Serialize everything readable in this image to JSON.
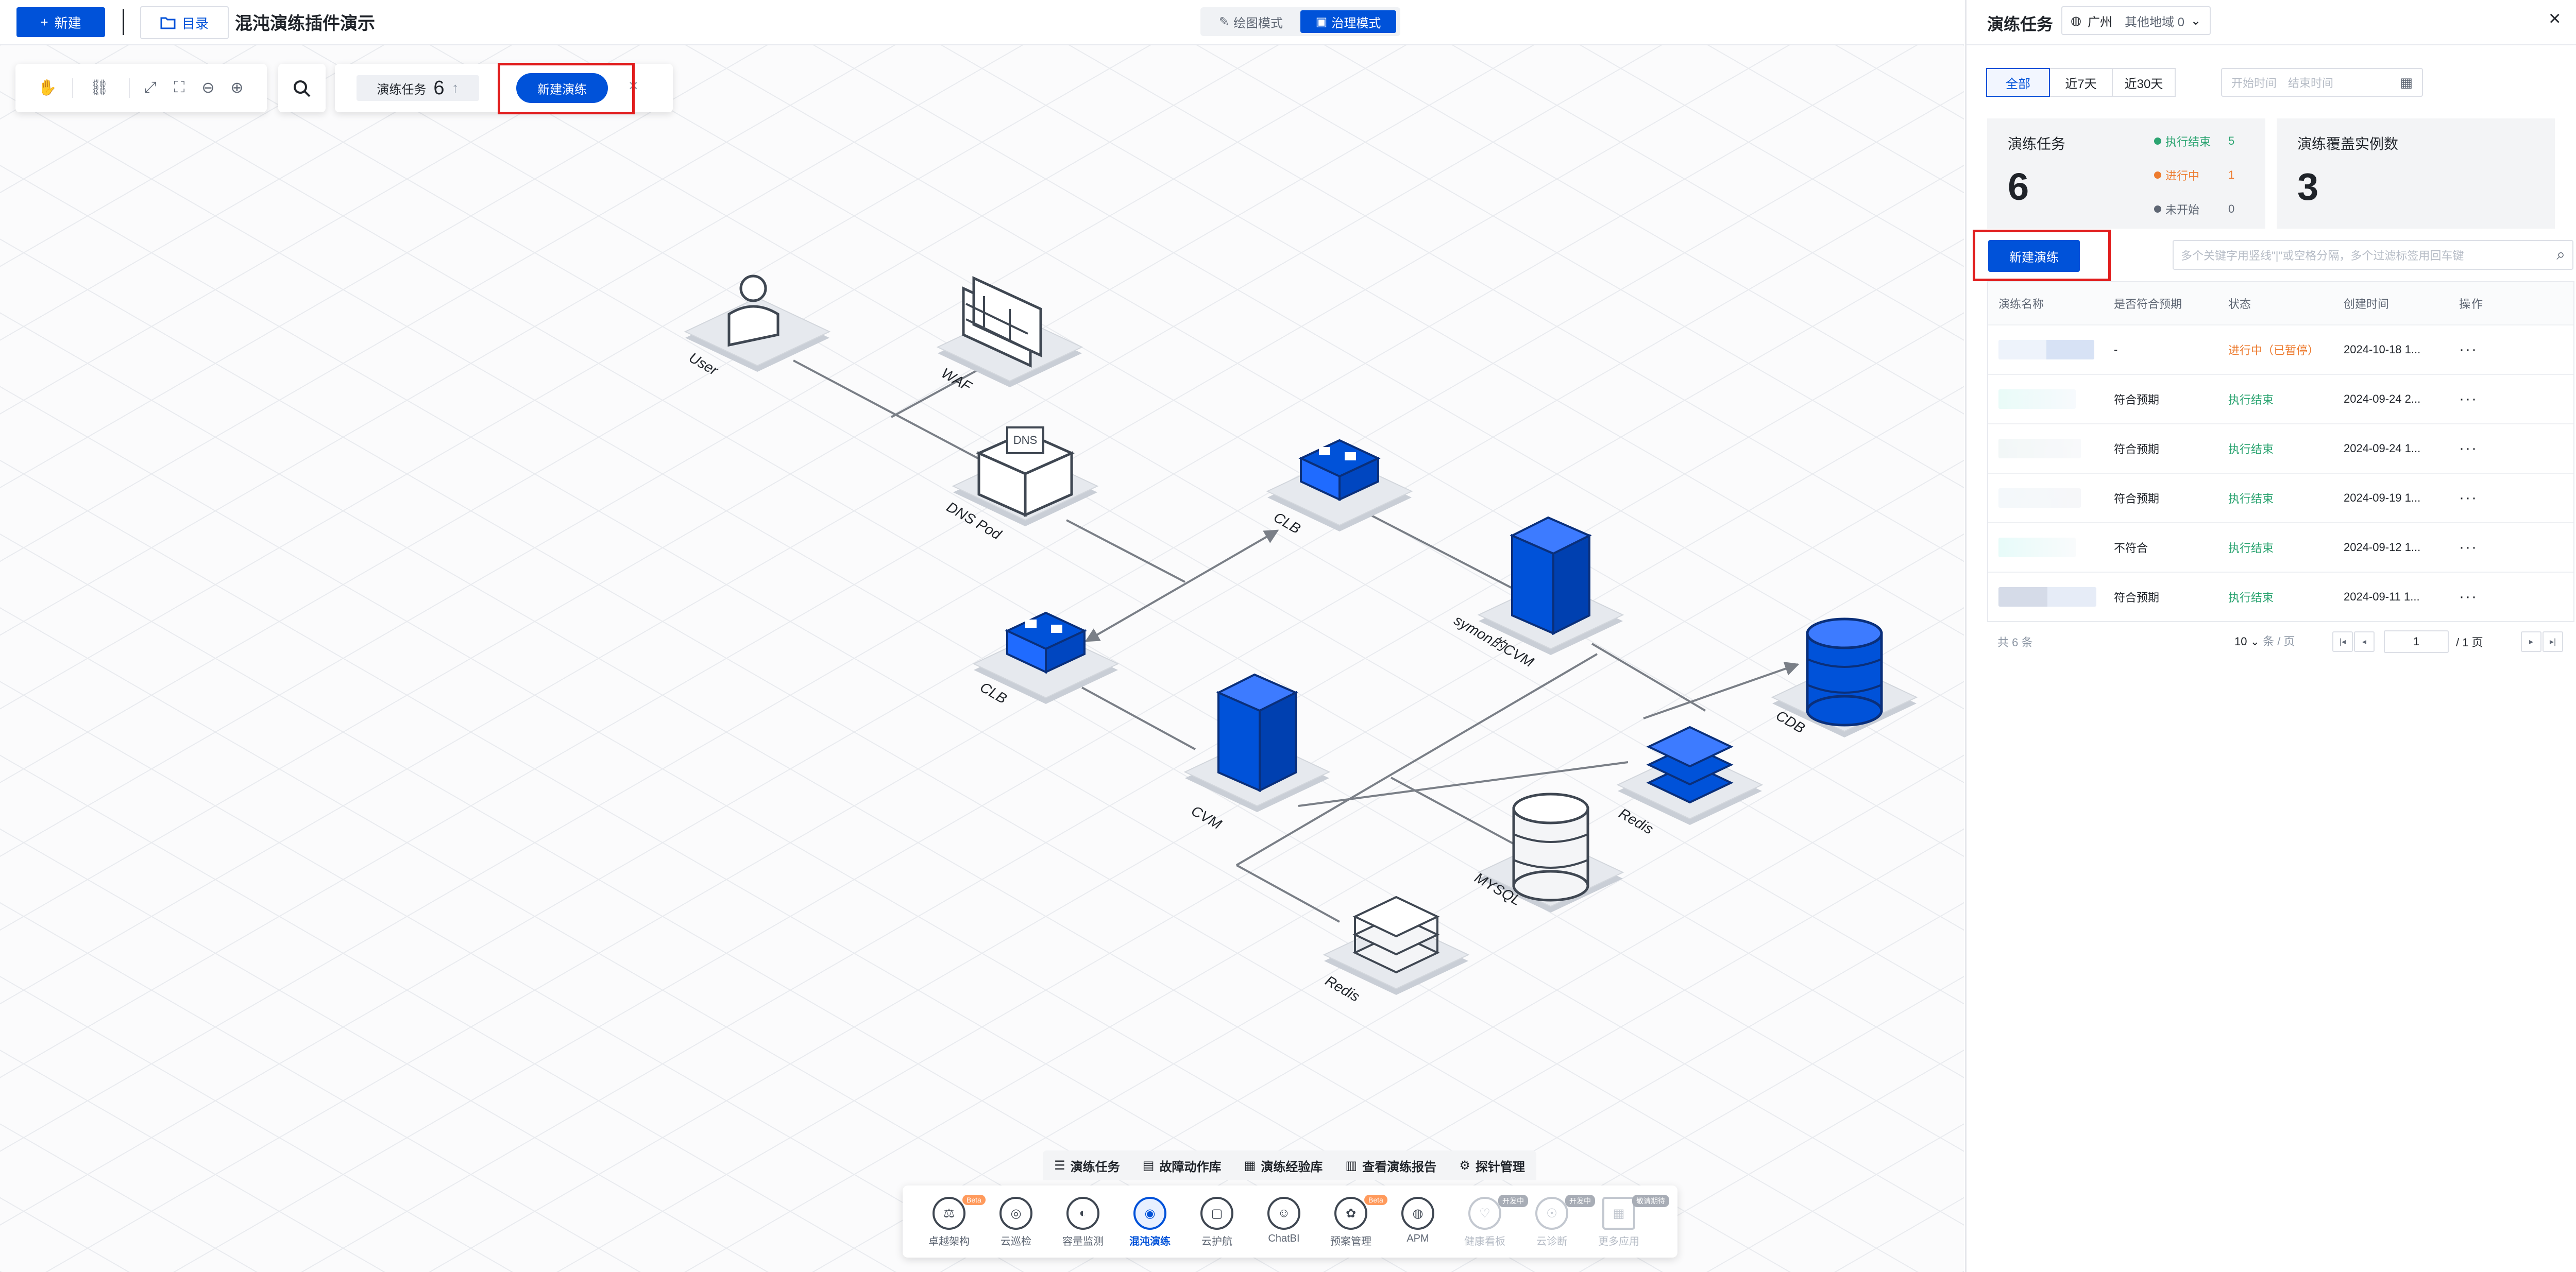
{
  "header": {
    "new_label": "新建",
    "directory_label": "目录",
    "title": "混沌演练插件演示",
    "modes": [
      "绘图模式",
      "治理模式"
    ],
    "active_mode": "治理模式"
  },
  "toolbar": {
    "tools": [
      "hand-icon",
      "link-icon",
      "fit-screen-icon",
      "fullscreen-icon",
      "zoom-out-icon",
      "zoom-in-icon"
    ],
    "drill_tasks_label": "演练任务",
    "drill_tasks_count": "6",
    "new_drill_label": "新建演练",
    "close_label": "×"
  },
  "diagram": {
    "nodes": [
      "User",
      "WAF",
      "DNS Pod",
      "CLB",
      "CLB",
      "symon的CVM",
      "CVM",
      "CDB",
      "Redis",
      "MYSQL",
      "Redis"
    ],
    "dns_text": "DNS",
    "colors": {
      "primary": "#0052d9",
      "node": "#dfe3e9",
      "line": "#7a7f87"
    }
  },
  "bottom_tabs": [
    "演练任务",
    "故障动作库",
    "演练经验库",
    "查看演练报告",
    "探针管理"
  ],
  "dock": [
    {
      "label": "卓越架构",
      "badge": "Beta"
    },
    {
      "label": "云巡检",
      "badge": ""
    },
    {
      "label": "容量监测",
      "badge": ""
    },
    {
      "label": "混沌演练",
      "badge": "",
      "active": true
    },
    {
      "label": "云护航",
      "badge": ""
    },
    {
      "label": "ChatBI",
      "badge": ""
    },
    {
      "label": "预案管理",
      "badge": "Beta"
    },
    {
      "label": "APM",
      "badge": ""
    },
    {
      "label": "健康看板",
      "badge": "开发中"
    },
    {
      "label": "云诊断",
      "badge": "开发中"
    },
    {
      "label": "更多应用",
      "badge": "敬请期待"
    }
  ],
  "panel": {
    "title": "演练任务",
    "region": "广州",
    "other_region": "其他地域 0",
    "close_label": "×",
    "ranges": [
      "全部",
      "近7天",
      "近30天"
    ],
    "active_range": "全部",
    "start_placeholder": "开始时间",
    "end_placeholder": "结束时间",
    "stats": {
      "tasks_label": "演练任务",
      "tasks_count": "6",
      "legend": [
        {
          "label": "执行结束",
          "value": "5",
          "color": "#2ba471"
        },
        {
          "label": "进行中",
          "value": "1",
          "color": "#ed7b2f"
        },
        {
          "label": "未开始",
          "value": "0",
          "color": "#8b95a3"
        }
      ],
      "coverage_label": "演练覆盖实例数",
      "coverage_count": "3"
    },
    "new_drill_label": "新建演练",
    "search_placeholder": "多个关键字用竖线\"|\"或空格分隔，多个过滤标签用回车键",
    "columns": [
      "演练名称",
      "是否符合预期",
      "状态",
      "创建时间",
      "操作"
    ],
    "rows": [
      {
        "expected": "-",
        "status": "进行中（已暂停）",
        "status_kind": "run",
        "created": "2024-10-18 1...",
        "ops": "···"
      },
      {
        "expected": "符合预期",
        "status": "执行结束",
        "status_kind": "done",
        "created": "2024-09-24 2...",
        "ops": "···"
      },
      {
        "expected": "符合预期",
        "status": "执行结束",
        "status_kind": "done",
        "created": "2024-09-24 1...",
        "ops": "···"
      },
      {
        "expected": "符合预期",
        "status": "执行结束",
        "status_kind": "done",
        "created": "2024-09-19 1...",
        "ops": "···"
      },
      {
        "expected": "不符合",
        "status": "执行结束",
        "status_kind": "done",
        "created": "2024-09-12 1...",
        "ops": "···"
      },
      {
        "expected": "符合预期",
        "status": "执行结束",
        "status_kind": "done",
        "created": "2024-09-11 1...",
        "ops": "···"
      }
    ],
    "pagination": {
      "total": "共 6 条",
      "page_size": "10",
      "page_size_unit": "条 / 页",
      "current": "1",
      "pages": "/ 1 页"
    }
  }
}
